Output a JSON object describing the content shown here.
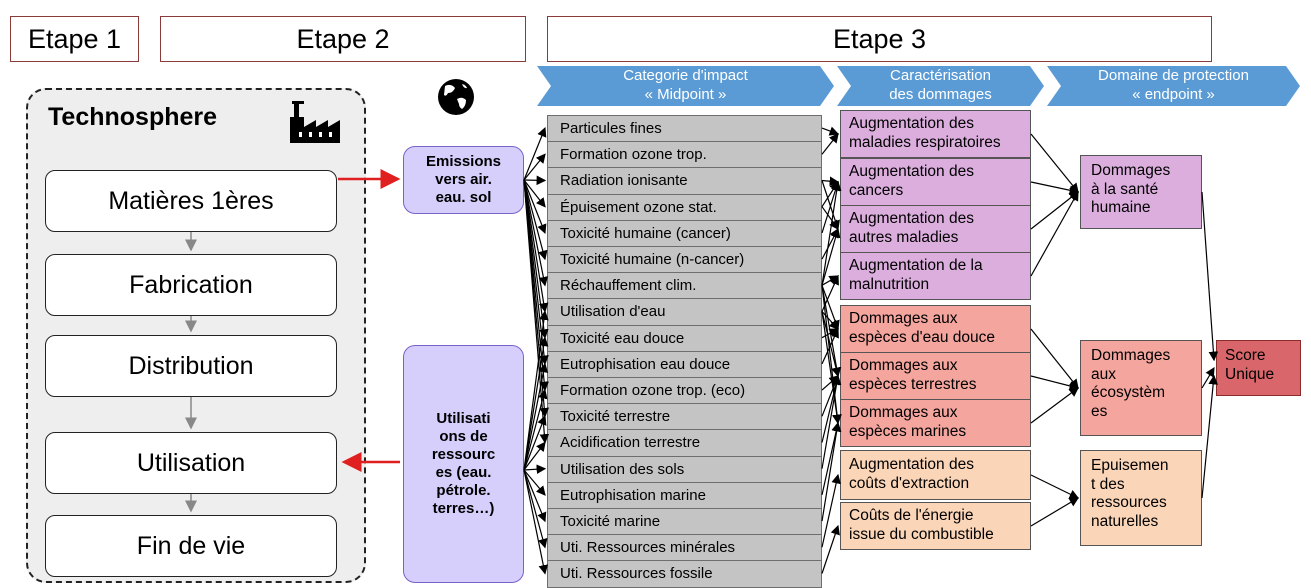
{
  "etapes": [
    "Etape 1",
    "Etape 2",
    "Etape 3"
  ],
  "technosphere": {
    "title": "Technosphere",
    "stages": [
      "Matières 1ères",
      "Fabrication",
      "Distribution",
      "Utilisation",
      "Fin de vie"
    ]
  },
  "emissions": "Emissions\nvers air.\neau. sol",
  "resources": "Utilisati\nons de\nressourc\nes (eau.\npétrole.\nterres…)",
  "headers": {
    "midpoint": "Categorie d'impact\n« Midpoint »",
    "damage": "Caractérisation\ndes dommages",
    "endpoint": "Domaine de protection\n« endpoint »"
  },
  "categories": [
    "Particules fines",
    "Formation ozone trop.",
    "Radiation ionisante",
    "Épuisement ozone stat.",
    "Toxicité humaine (cancer)",
    "Toxicité humaine (n-cancer)",
    "Réchauffement clim.",
    "Utilisation d'eau",
    "Toxicité eau douce",
    "Eutrophisation eau douce",
    "Formation ozone trop. (eco)",
    "Toxicité terrestre",
    "Acidification terrestre",
    "Utilisation des sols",
    "Eutrophisation marine",
    "Toxicité marine",
    "Uti. Ressources minérales",
    "Uti. Ressources fossile"
  ],
  "damages": [
    {
      "text": "Augmentation des\nmaladies respiratoires",
      "group": "h"
    },
    {
      "text": "Augmentation des\ncancers",
      "group": "h"
    },
    {
      "text": "Augmentation des\nautres maladies",
      "group": "h"
    },
    {
      "text": "Augmentation de la\nmalnutrition",
      "group": "h"
    },
    {
      "text": "Dommages aux\nespèces d'eau douce",
      "group": "e"
    },
    {
      "text": "Dommages aux\nespèces terrestres",
      "group": "e"
    },
    {
      "text": "Dommages aux\nespèces marines",
      "group": "e"
    },
    {
      "text": "Augmentation des\ncoûts d'extraction",
      "group": "r"
    },
    {
      "text": "Coûts de l'énergie\nissue du combustible",
      "group": "r"
    }
  ],
  "endpoints": [
    {
      "text": "Dommages\nà la santé\nhumaine",
      "group": "h"
    },
    {
      "text": "Dommages\naux\nécosystèm\nes",
      "group": "e"
    },
    {
      "text": "Epuisemen\nt des\nressources\nnaturelles",
      "group": "r"
    }
  ],
  "score": "Score\nUnique",
  "colors": {
    "chevron": "#5b9bd5",
    "health": "#dcaede",
    "ecosystem": "#f4a59e",
    "resources": "#fbd5b8",
    "score": "#d9666a",
    "arrow_red": "#e02020"
  },
  "icons": {
    "globe": "globe-icon",
    "factory": "factory-icon"
  }
}
